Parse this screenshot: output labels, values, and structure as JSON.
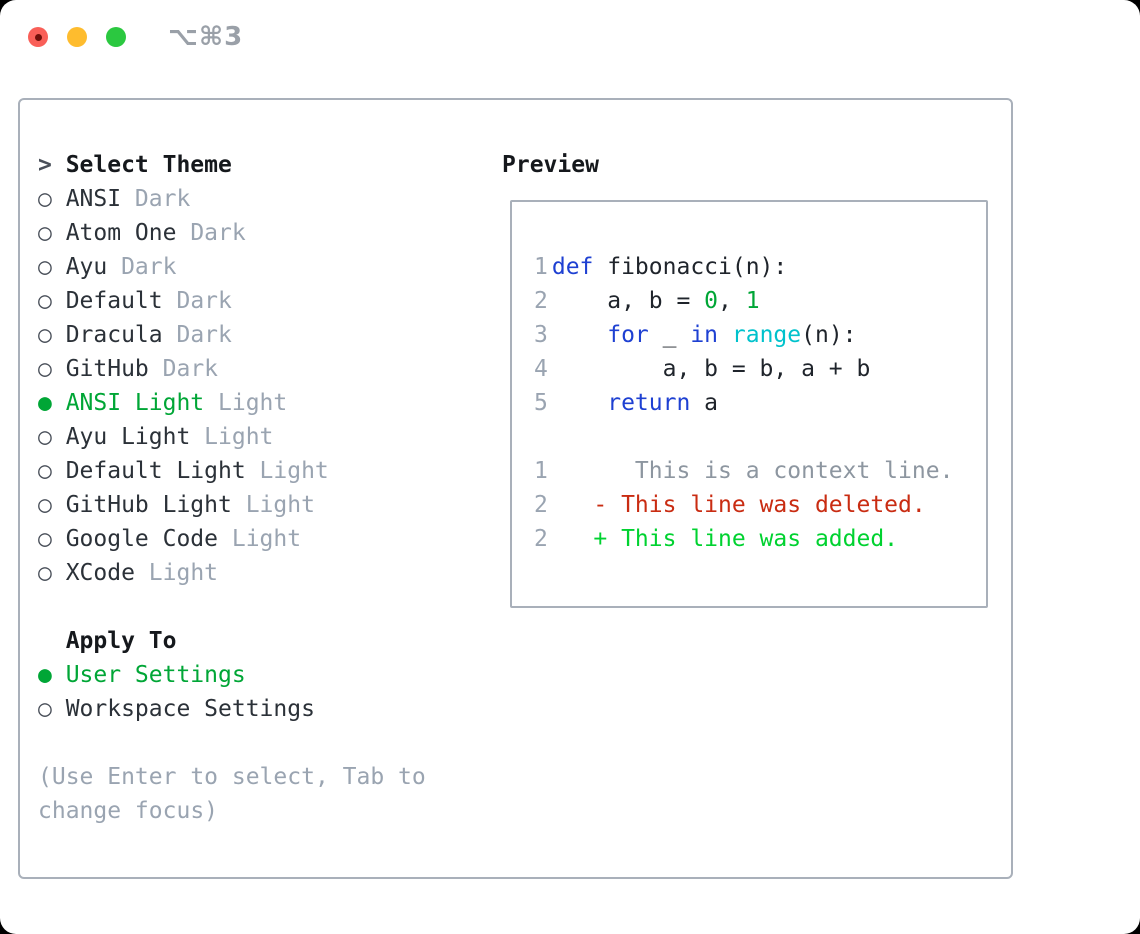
{
  "window": {
    "shortcut_label": "⌥⌘3"
  },
  "colors": {
    "selection_green": "#00a636",
    "added_green": "#00d230",
    "deleted_red": "#c92c12",
    "keyword_blue": "#1e40d2",
    "builtin_cyan": "#00c2cc",
    "muted_gray": "#9aa4b1",
    "panel_border": "#a9b0ba",
    "traffic_red": "#f95f58",
    "traffic_yellow": "#febc2e",
    "traffic_green": "#2bc840"
  },
  "theme_panel": {
    "header_marker": ">",
    "header": "Select Theme",
    "themes": [
      {
        "name": "ANSI",
        "variant": "Dark",
        "selected": false
      },
      {
        "name": "Atom One",
        "variant": "Dark",
        "selected": false
      },
      {
        "name": "Ayu",
        "variant": "Dark",
        "selected": false
      },
      {
        "name": "Default",
        "variant": "Dark",
        "selected": false
      },
      {
        "name": "Dracula",
        "variant": "Dark",
        "selected": false
      },
      {
        "name": "GitHub",
        "variant": "Dark",
        "selected": false
      },
      {
        "name": "ANSI Light",
        "variant": "Light",
        "selected": true
      },
      {
        "name": "Ayu Light",
        "variant": "Light",
        "selected": false
      },
      {
        "name": "Default Light",
        "variant": "Light",
        "selected": false
      },
      {
        "name": "GitHub Light",
        "variant": "Light",
        "selected": false
      },
      {
        "name": "Google Code",
        "variant": "Light",
        "selected": false
      },
      {
        "name": "XCode",
        "variant": "Light",
        "selected": false
      }
    ],
    "apply_to": {
      "header": "Apply To",
      "options": [
        {
          "name": "User Settings",
          "selected": true
        },
        {
          "name": "Workspace Settings",
          "selected": false
        }
      ]
    },
    "hint_lines": [
      "(Use Enter to select, Tab to",
      "change focus)"
    ],
    "unselected_marker": "○",
    "selected_marker": "●"
  },
  "preview": {
    "header": "Preview",
    "code_lines": [
      {
        "num": "1",
        "segments": [
          {
            "t": "def",
            "c": "kw"
          },
          {
            "t": " fibonacci(n):",
            "c": "plain"
          }
        ]
      },
      {
        "num": "2",
        "segments": [
          {
            "t": "    a, b = ",
            "c": "plain"
          },
          {
            "t": "0",
            "c": "num"
          },
          {
            "t": ", ",
            "c": "plain"
          },
          {
            "t": "1",
            "c": "num"
          }
        ]
      },
      {
        "num": "3",
        "segments": [
          {
            "t": "    ",
            "c": "plain"
          },
          {
            "t": "for",
            "c": "kw"
          },
          {
            "t": " _ ",
            "c": "plain"
          },
          {
            "t": "in",
            "c": "kw"
          },
          {
            "t": " ",
            "c": "plain"
          },
          {
            "t": "range",
            "c": "fn"
          },
          {
            "t": "(n):",
            "c": "plain"
          }
        ]
      },
      {
        "num": "4",
        "segments": [
          {
            "t": "        a, b = b, a + b",
            "c": "plain"
          }
        ]
      },
      {
        "num": "5",
        "segments": [
          {
            "t": "    ",
            "c": "plain"
          },
          {
            "t": "return",
            "c": "kw"
          },
          {
            "t": " a",
            "c": "plain"
          }
        ]
      },
      {
        "num": "",
        "segments": []
      },
      {
        "num": "1",
        "segments": [
          {
            "t": "      This is a context line.",
            "c": "ctx"
          }
        ]
      },
      {
        "num": "2",
        "segments": [
          {
            "t": "   - This line was deleted.",
            "c": "del"
          }
        ]
      },
      {
        "num": "2",
        "segments": [
          {
            "t": "   + This line was added.",
            "c": "add"
          }
        ]
      }
    ]
  }
}
